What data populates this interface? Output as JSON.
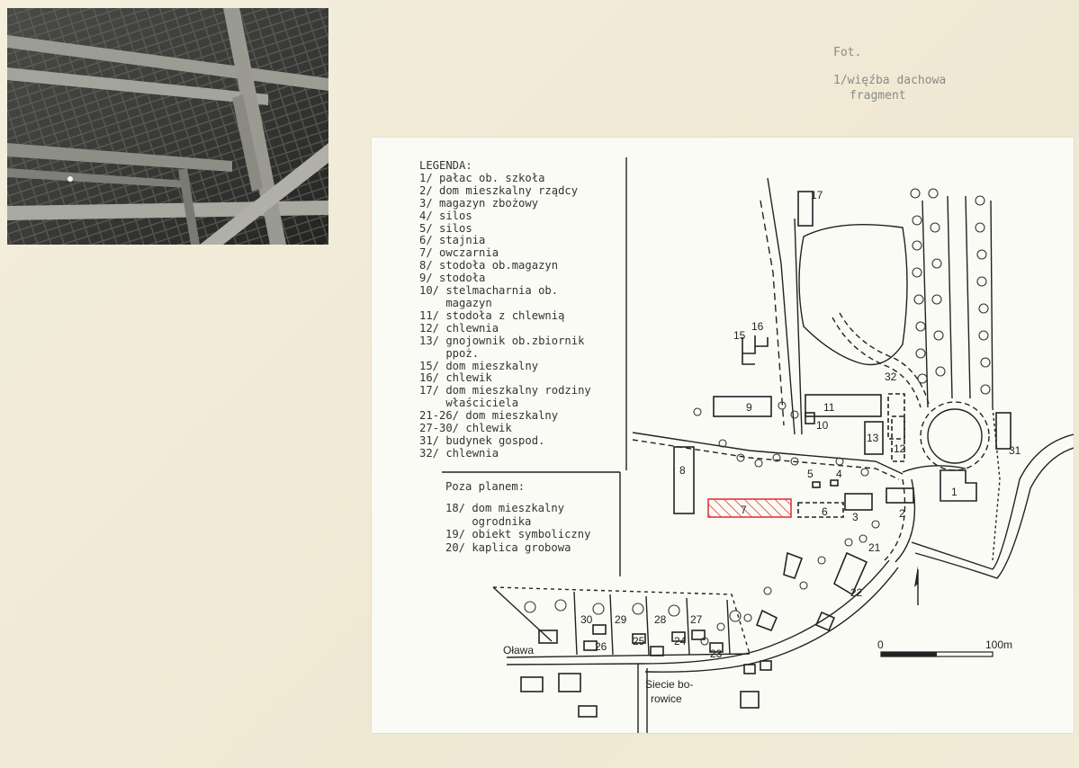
{
  "caption": {
    "fot": "Fot.",
    "line1": "1/więźba dachowa",
    "line2": "fragment"
  },
  "legend": {
    "title": "LEGENDA:",
    "items": [
      "1/ pałac ob. szkoła",
      "2/ dom mieszkalny rządcy",
      "3/ magazyn zbożowy",
      "4/ silos",
      "5/ silos",
      "6/ stajnia",
      "7/ owczarnia",
      "8/ stodoła ob.magazyn",
      "9/ stodoła",
      "10/ stelmacharnia ob.",
      "    magazyn",
      "11/ stodoła z chlewnią",
      "12/ chlewnia",
      "13/ gnojownik ob.zbiornik",
      "    ppoż.",
      "15/ dom mieszkalny",
      "16/ chlewik",
      "17/ dom mieszkalny rodziny",
      "    właściciela",
      "21-26/ dom mieszkalny",
      "27-30/ chlewik",
      "31/ budynek gospod.",
      "32/ chlewnia"
    ]
  },
  "outside": {
    "title": "Poza planem:",
    "items": [
      "18/ dom mieszkalny",
      "    ogrodnika",
      "19/ obiekt symboliczny",
      "20/ kaplica grobowa"
    ]
  },
  "map": {
    "labels": {
      "n1": "1",
      "n2": "2",
      "n3": "3",
      "n4": "4",
      "n5": "5",
      "n6": "6",
      "n7": "7",
      "n8": "8",
      "n9": "9",
      "n10": "10",
      "n11": "11",
      "n12": "12",
      "n13": "13",
      "n15": "15",
      "n16": "16",
      "n17": "17",
      "n21": "21",
      "n22": "22",
      "n23": "23",
      "n24": "24",
      "n25": "25",
      "n26": "26",
      "n27": "27",
      "n28": "28",
      "n29": "29",
      "n30": "30",
      "n31": "31",
      "n32": "32"
    },
    "places": {
      "olawa": "Oława",
      "siecie1": "Siecie bo-",
      "siecie2": "rowice"
    },
    "scale": {
      "zero": "0",
      "hundred": "100m"
    },
    "colors": {
      "highlight": "#e0383c"
    }
  }
}
